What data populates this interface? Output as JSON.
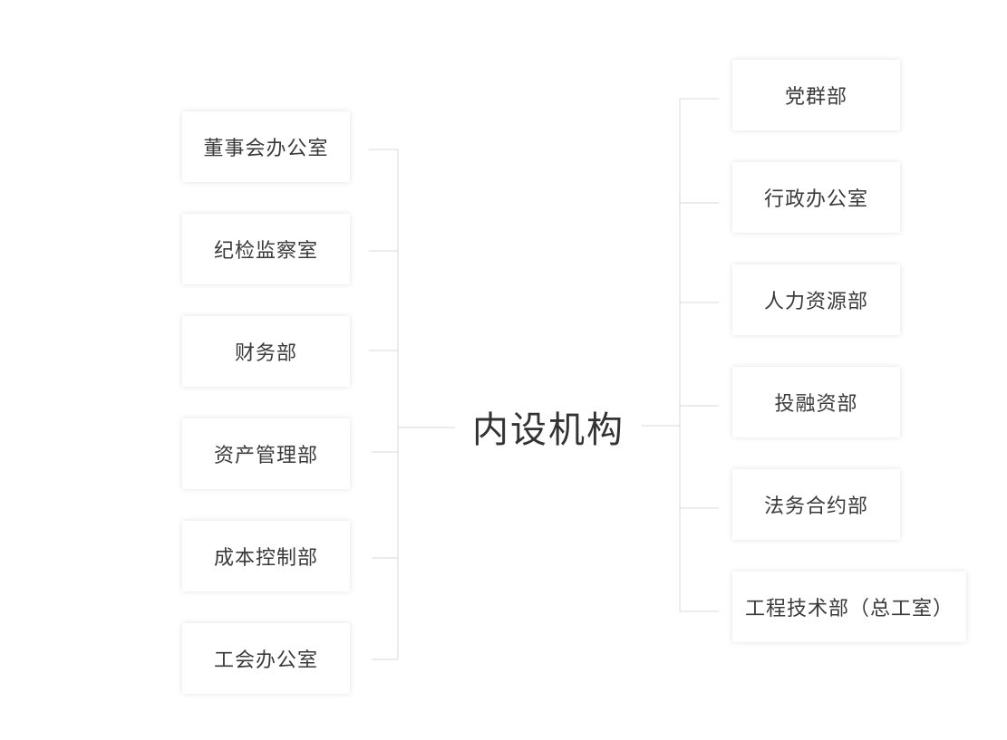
{
  "title": "内设机构",
  "left_units": [
    {
      "label": "董事会办公室"
    },
    {
      "label": "纪检监察室"
    },
    {
      "label": "财务部"
    },
    {
      "label": "资产管理部"
    },
    {
      "label": "成本控制部"
    },
    {
      "label": "工会办公室"
    }
  ],
  "right_units": [
    {
      "label": "党群部"
    },
    {
      "label": "行政办公室"
    },
    {
      "label": "人力资源部"
    },
    {
      "label": "投融资部"
    },
    {
      "label": "法务合约部"
    },
    {
      "label": "工程技术部（总工室）"
    }
  ],
  "colors": {
    "connector": "#d9d9d9",
    "text": "#333333",
    "background": "#ffffff"
  }
}
